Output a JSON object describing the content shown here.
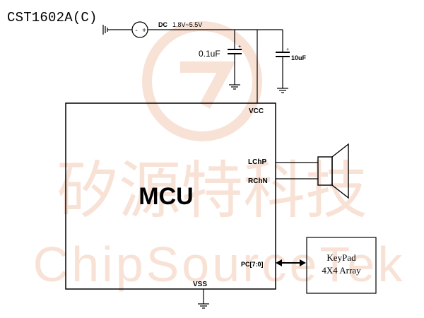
{
  "title": "CST1602A(C)",
  "supply": {
    "label": "DC",
    "range": "1.8V~5.5V",
    "polarity_minus": "-",
    "polarity_plus": "+"
  },
  "capacitors": [
    {
      "value": "0.1uF",
      "polarity": "+"
    },
    {
      "value": "10uF",
      "polarity": "+"
    }
  ],
  "mcu": {
    "label": "MCU",
    "pins": {
      "vcc": "VCC",
      "vss": "VSS",
      "left_channel": "LChP",
      "right_channel": "RChN",
      "port": "PC[7:0]"
    }
  },
  "keypad": {
    "line1": "KeyPad",
    "line2": "4X4 Array"
  },
  "watermark": {
    "chinese": "矽源特科技",
    "english": "ChipSourceTek"
  },
  "colors": {
    "line": "#000000",
    "watermark": "#f3c9b4"
  }
}
